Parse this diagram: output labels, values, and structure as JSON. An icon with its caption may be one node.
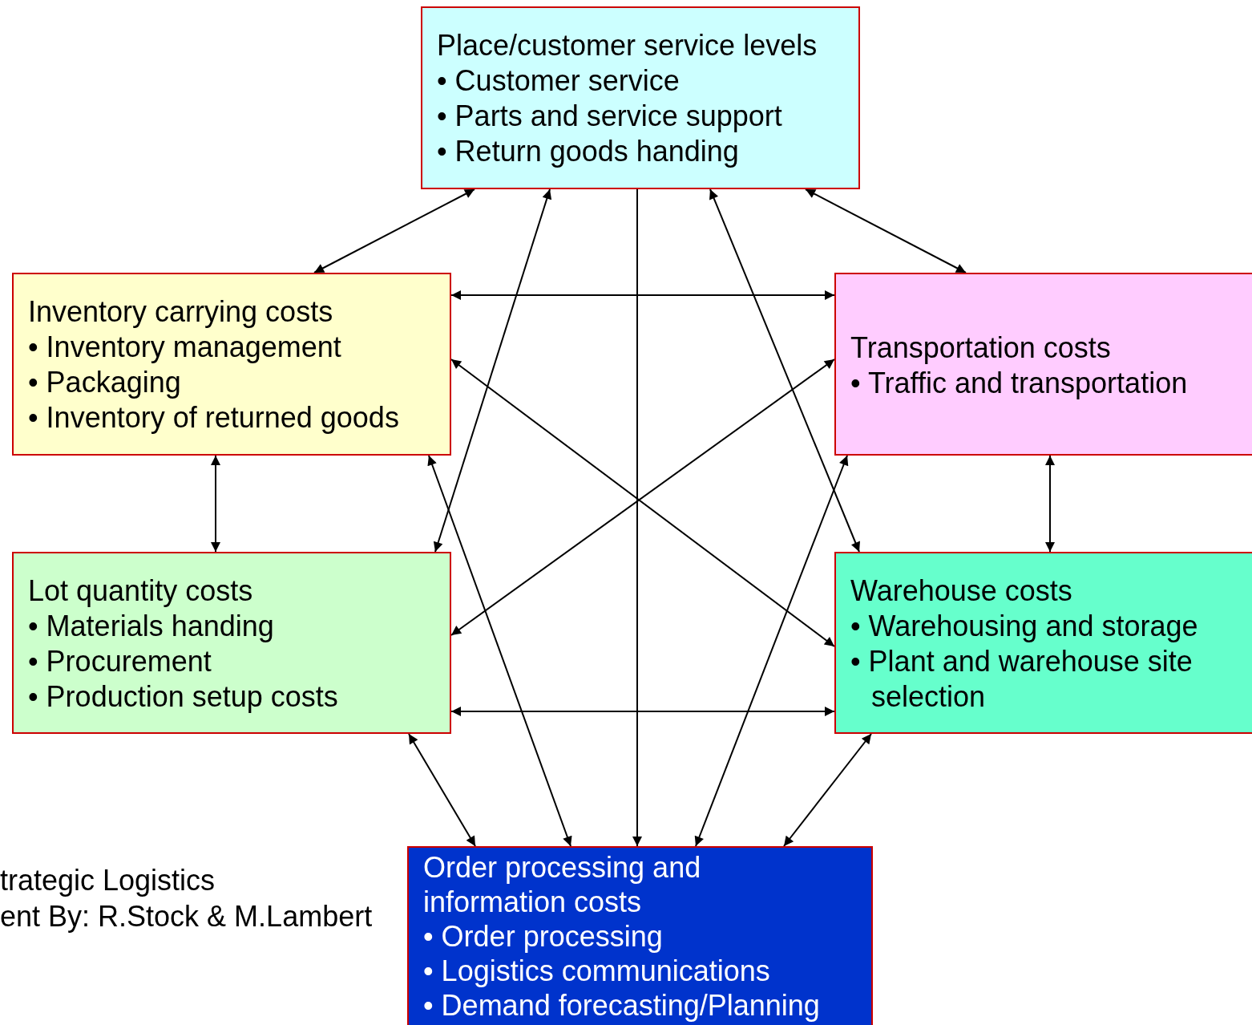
{
  "diagram": {
    "nodes": [
      {
        "text": [
          "Place/customer service levels",
          "• Customer service",
          "• Parts and service support",
          "• Return goods handing"
        ]
      },
      {
        "text": [
          "Inventory carrying costs",
          "• Inventory management",
          "• Packaging",
          "• Inventory of returned goods"
        ]
      },
      {
        "text": [
          "Transportation costs",
          "• Traffic and transportation"
        ]
      },
      {
        "text": [
          "Lot quantity costs",
          "• Materials handing",
          "• Procurement",
          "• Production setup costs"
        ]
      },
      {
        "text": [
          "Warehouse costs",
          "• Warehousing and storage",
          "• Plant and warehouse site selection"
        ]
      },
      {
        "text": [
          "Order processing and information costs",
          "• Order processing",
          "• Logistics communications",
          "• Demand forecasting/Planning"
        ]
      }
    ],
    "edges": [
      {
        "from": 0,
        "to": 1,
        "arrow": "both"
      },
      {
        "from": 0,
        "to": 3,
        "arrow": "both"
      },
      {
        "from": 0,
        "to": 5,
        "arrow": "to"
      },
      {
        "from": 0,
        "to": 4,
        "arrow": "both"
      },
      {
        "from": 0,
        "to": 2,
        "arrow": "both"
      },
      {
        "from": 1,
        "to": 2,
        "arrow": "both"
      },
      {
        "from": 1,
        "to": 4,
        "arrow": "both"
      },
      {
        "from": 1,
        "to": 3,
        "arrow": "both"
      },
      {
        "from": 1,
        "to": 5,
        "arrow": "both"
      },
      {
        "from": 2,
        "to": 3,
        "arrow": "both"
      },
      {
        "from": 2,
        "to": 4,
        "arrow": "both"
      },
      {
        "from": 2,
        "to": 5,
        "arrow": "both"
      },
      {
        "from": 3,
        "to": 4,
        "arrow": "both"
      },
      {
        "from": 3,
        "to": 5,
        "arrow": "both"
      },
      {
        "from": 4,
        "to": 5,
        "arrow": "both"
      }
    ],
    "labels": [
      "trategic Logistics",
      "ent By: R.Stock & M.Lambert"
    ]
  }
}
